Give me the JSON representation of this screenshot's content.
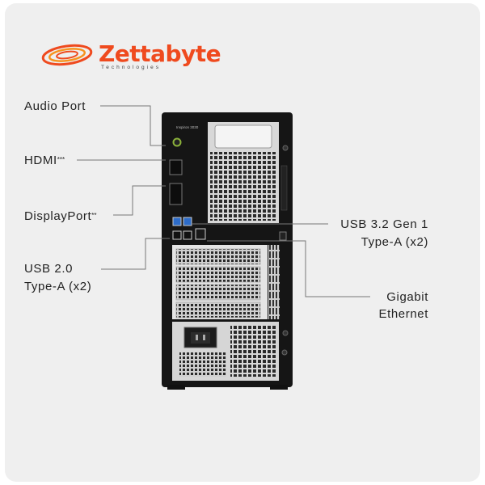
{
  "brand": {
    "name": "Zettabyte",
    "tagline": "Technologies",
    "color": "#ef4a1e"
  },
  "device": {
    "model_label": "Inspiron 3030"
  },
  "callouts": {
    "audio": "Audio Port",
    "hdmi": "HDMI",
    "hdmi_mark": "***",
    "displayport": "DisplayPort",
    "displayport_mark": "**",
    "usb2_line1": "USB 2.0",
    "usb2_line2": "Type-A (x2)",
    "usb3_line1": "USB 3.2 Gen 1",
    "usb3_line2": "Type-A (x2)",
    "ethernet_line1": "Gigabit",
    "ethernet_line2": "Ethernet"
  }
}
